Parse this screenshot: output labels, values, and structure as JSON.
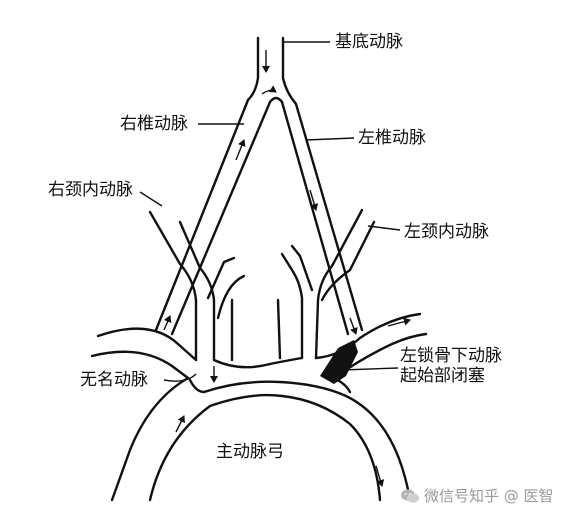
{
  "labels": {
    "basilar": "基底动脉",
    "right_vertebral": "右椎动脉",
    "left_vertebral": "左椎动脉",
    "right_carotid": "右颈内动脉",
    "left_carotid": "左颈内动脉",
    "left_subclavian": "左锁骨下动脉",
    "occlusion": "起始部闭塞",
    "innominate": "无名动脉",
    "aortic_arch": "主动脉弓"
  },
  "watermark": "微信号知乎 @ 医智",
  "colors": {
    "ink": "#111111",
    "occlusion": "#111111",
    "watermark": "#9a9a9a"
  }
}
